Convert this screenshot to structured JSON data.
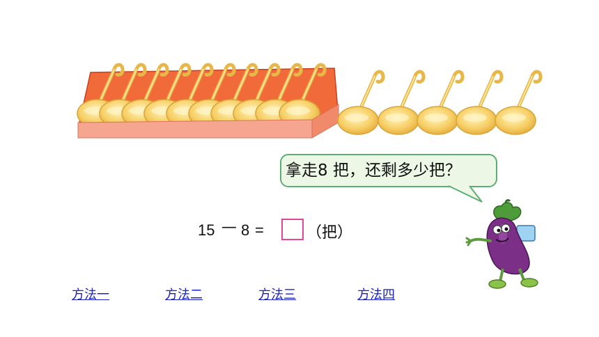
{
  "speech": {
    "text": "拿走8 把，还剩多少把？"
  },
  "equation": {
    "minuend": "15",
    "operator": "—",
    "subtrahend": "8",
    "equals": "=",
    "unit": "（把）"
  },
  "methods": [
    "方法一",
    "方法二",
    "方法三",
    "方法四"
  ],
  "scene": {
    "spoons_in_box": 10,
    "spoons_outside": 5
  },
  "colors": {
    "box_fill": "#f06a3a",
    "box_front": "#f6a590",
    "spoon_gold": "#f7d067",
    "bubble_bg": "#ecf7e6",
    "bubble_border": "#5cae73",
    "answer_border": "#e0479a",
    "link": "#1a20c8",
    "eggplant": "#7b2f86"
  }
}
